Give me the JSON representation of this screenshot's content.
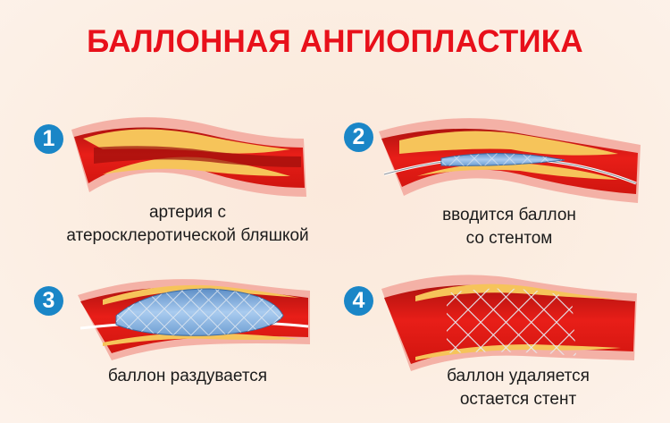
{
  "title": "БАЛЛОННАЯ АНГИОПЛАСТИКА",
  "colors": {
    "title": "#e8101a",
    "badge": "#1a86c7",
    "background": "#fbece0",
    "artery_wall": "#f4a9a0",
    "blood": "#e31b17",
    "plaque": "#f7c24e",
    "balloon": "#8fb8e3",
    "stent": "#d9dde3"
  },
  "steps": [
    {
      "number": "1",
      "caption_line1": "артерия с",
      "caption_line2": "атеросклеротической бляшкой",
      "illustration": "artery-with-plaque"
    },
    {
      "number": "2",
      "caption_line1": "вводится баллон",
      "caption_line2": "со стентом",
      "illustration": "balloon-with-stent-inserted"
    },
    {
      "number": "3",
      "caption_line1": "баллон раздувается",
      "caption_line2": "",
      "illustration": "balloon-inflated"
    },
    {
      "number": "4",
      "caption_line1": "баллон удаляется",
      "caption_line2": "остается стент",
      "illustration": "stent-remains"
    }
  ]
}
